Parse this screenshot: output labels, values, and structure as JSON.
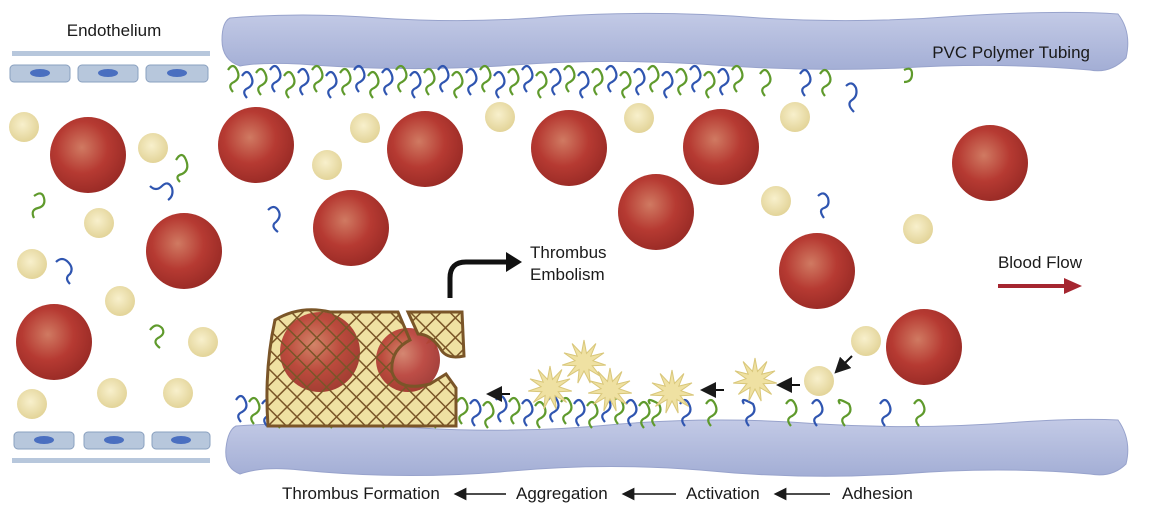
{
  "labels": {
    "endothelium": "Endothelium",
    "tubing": "PVC Polymer Tubing",
    "embolism_line1": "Thrombus",
    "embolism_line2": "Embolism",
    "blood_flow": "Blood Flow"
  },
  "process_steps": [
    "Thrombus Formation",
    "Aggregation",
    "Activation",
    "Adhesion"
  ],
  "colors": {
    "tubing": "#aab4d8",
    "endothelium_cell": "#b7c7dc",
    "nucleus": "#4a6fc0",
    "rbc": "#b63a32",
    "platelet": "#ece0a8",
    "activated_platelet": "#efe1a2",
    "protein_green": "#5f9a2c",
    "protein_blue": "#2f55b0",
    "mesh": "#7a5528",
    "flow_arrow": "#a52630",
    "text": "#1a1a1a"
  },
  "icons": {
    "flow": "right-arrow",
    "embolism": "curved-arrow",
    "step": "left-arrow"
  }
}
